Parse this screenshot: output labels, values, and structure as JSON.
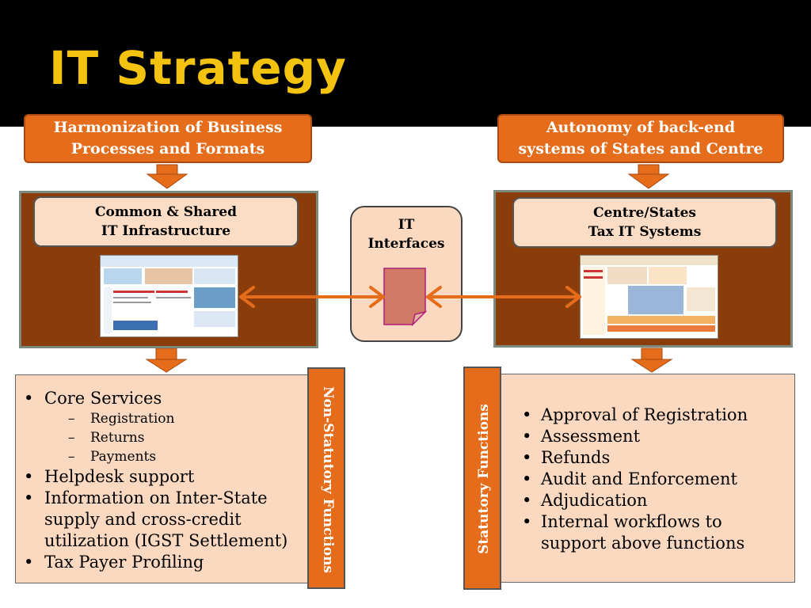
{
  "title": "IT Strategy",
  "top_left_box": {
    "line1": "Harmonization of Business",
    "line2": "Processes and Formats"
  },
  "top_right_box": {
    "line1": "Autonomy of back-end",
    "line2": "systems of States and Centre"
  },
  "left_panel": {
    "line1": "Common & Shared",
    "line2": "IT Infrastructure"
  },
  "right_panel": {
    "line1": "Centre/States",
    "line2": "Tax IT Systems"
  },
  "center": {
    "line1": "IT",
    "line2": "Interfaces"
  },
  "left_tab": "Non-Statutory Functions",
  "right_tab": "Statutory Functions",
  "left_list": [
    {
      "text": "Core Services",
      "subs": [
        "Registration",
        "Returns",
        "Payments"
      ]
    },
    {
      "text": "Helpdesk support",
      "subs": []
    },
    {
      "text": "Information on Inter-State supply and cross-credit utilization (IGST Settlement)",
      "subs": []
    },
    {
      "text": "Tax Payer Profiling",
      "subs": []
    }
  ],
  "right_list": [
    "Approval of Registration",
    "Assessment",
    "Refunds",
    "Audit and Enforcement",
    "Adjudication",
    "Internal workflows to support above functions"
  ],
  "colors": {
    "orange": "#e46c1a",
    "brown": "#8a3d0b",
    "cream": "#fbdcc4",
    "title": "#f4c30f"
  },
  "icons": {
    "bullet": "•",
    "dash": "–"
  }
}
